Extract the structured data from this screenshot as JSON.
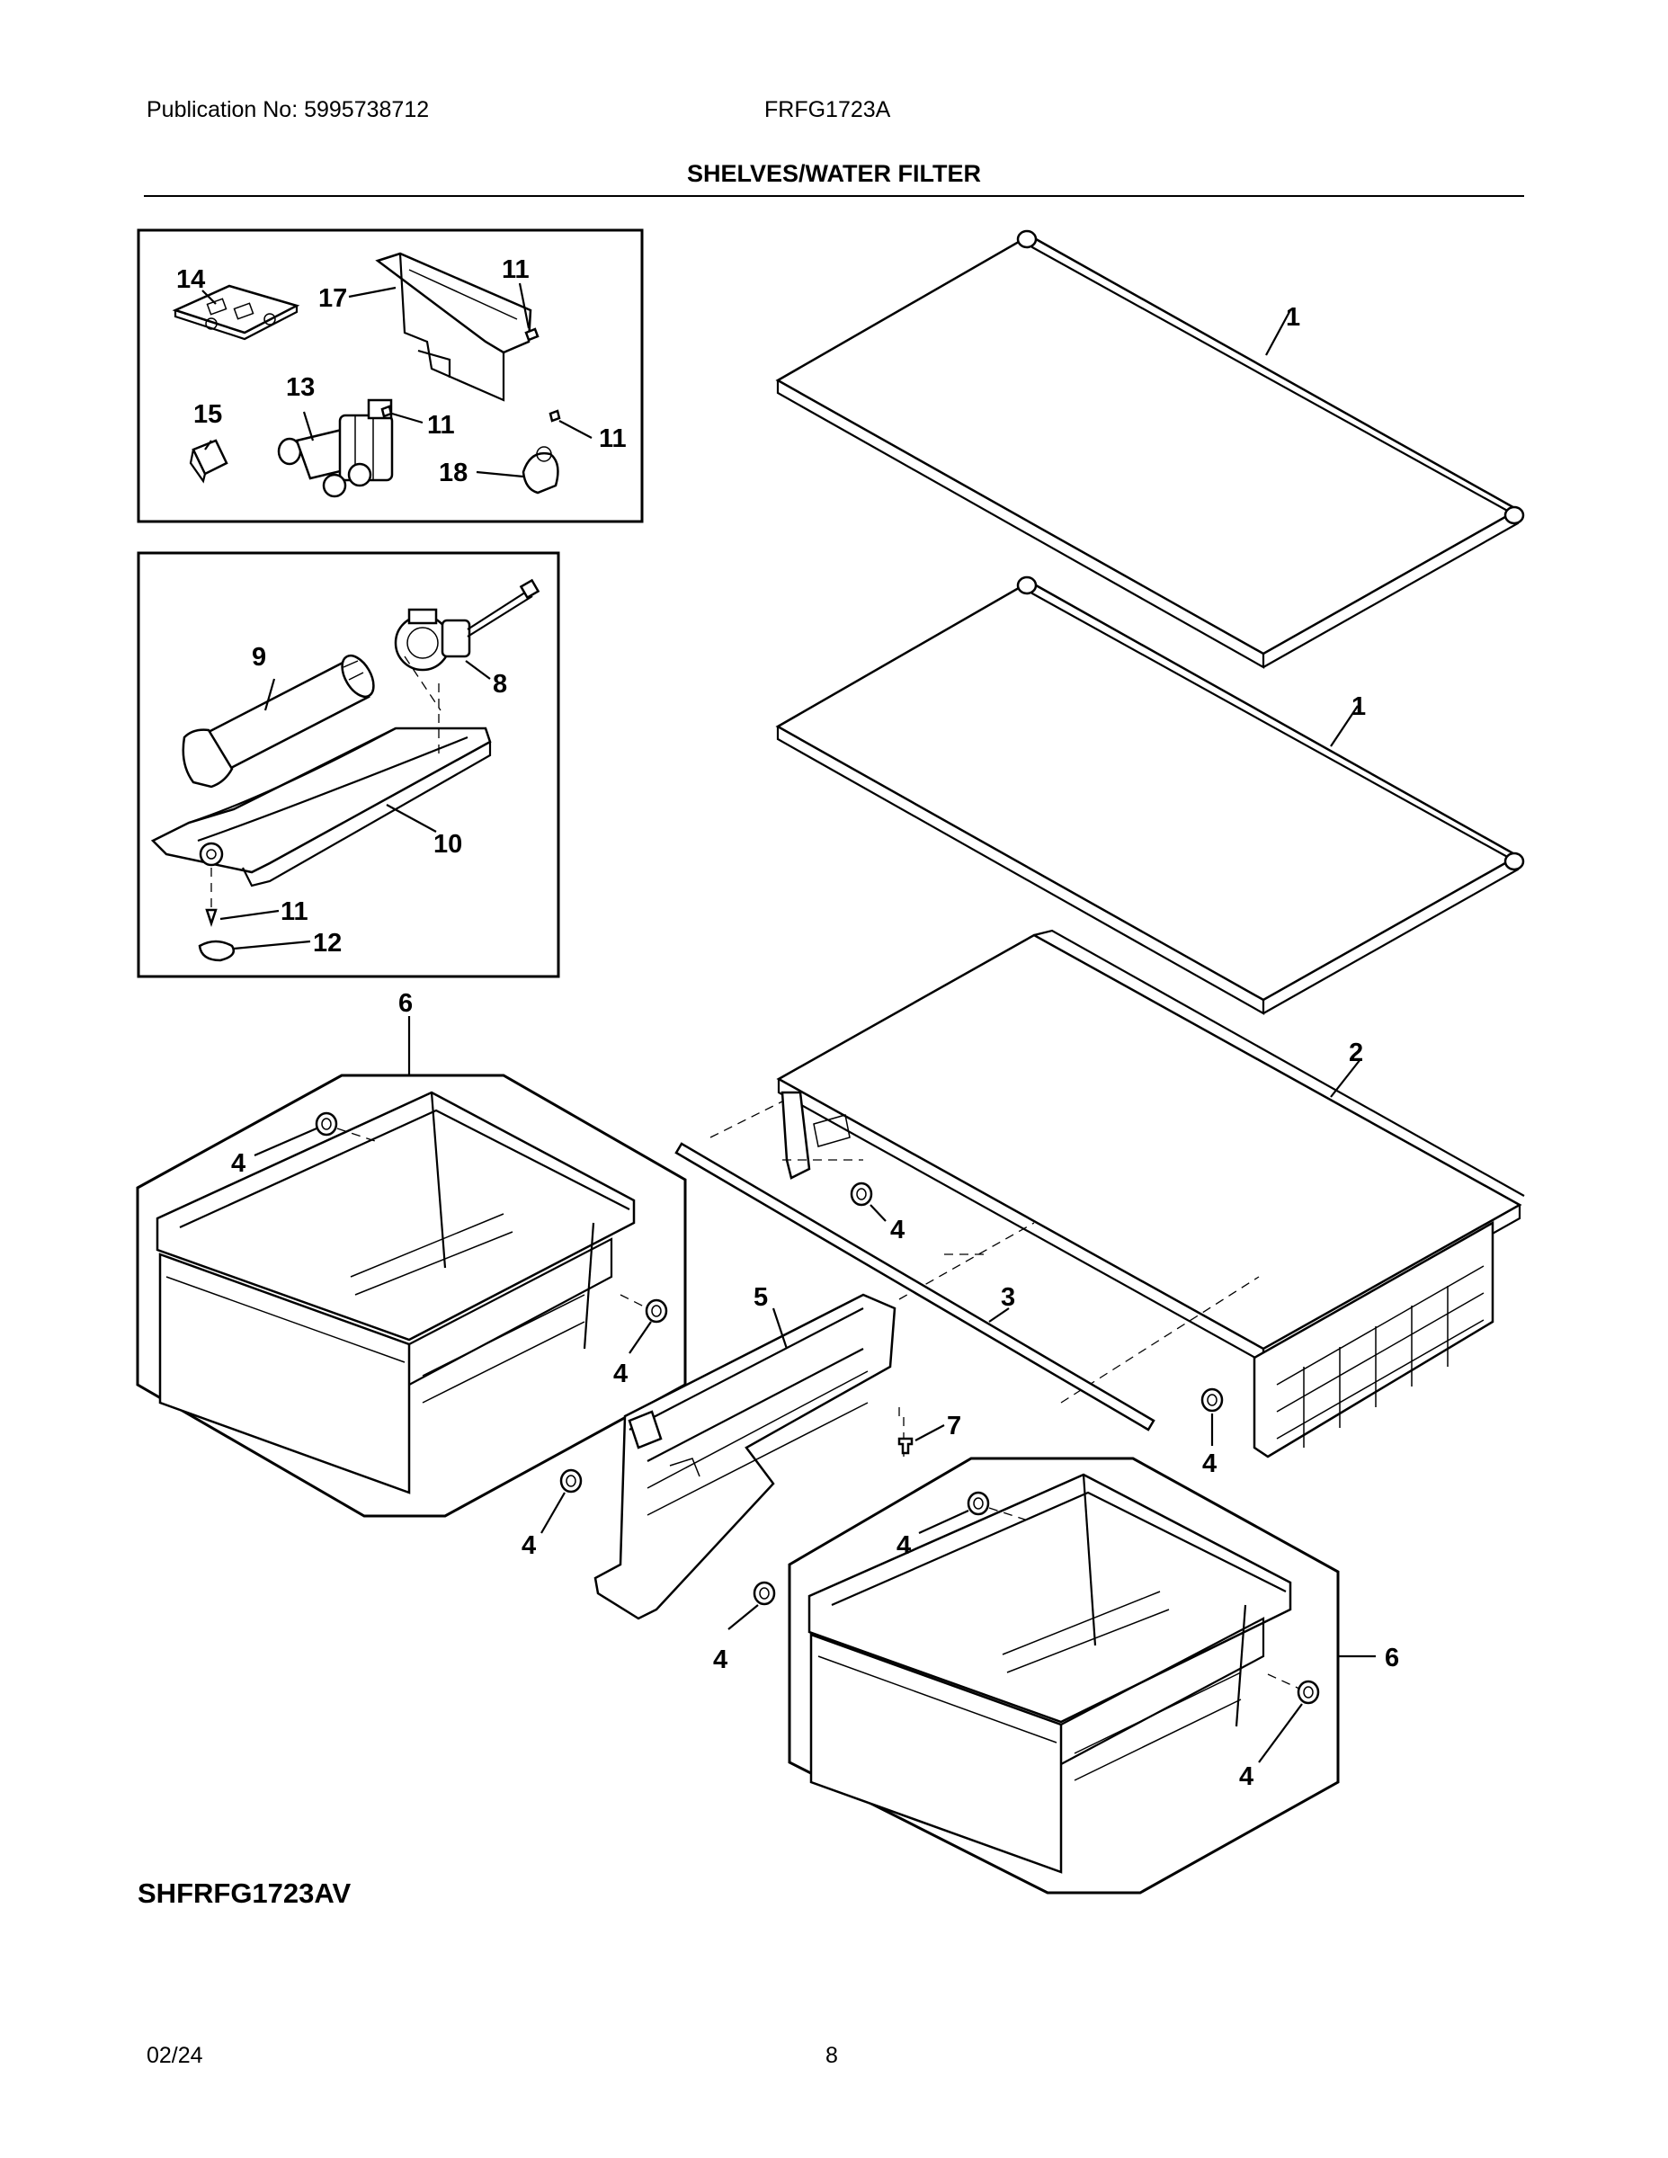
{
  "header": {
    "publication": "Publication No: 5995738712",
    "model": "FRFG1723A",
    "title": "SHELVES/WATER FILTER"
  },
  "footer": {
    "diagram_code": "SHFRFG1723AV",
    "date": "02/24",
    "page": "8"
  },
  "callouts": {
    "c1a": "1",
    "c1b": "1",
    "c2": "2",
    "c3": "3",
    "c4a": "4",
    "c4b": "4",
    "c4c": "4",
    "c4d": "4",
    "c4e": "4",
    "c4f": "4",
    "c4g": "4",
    "c4h": "4",
    "c5": "5",
    "c6a": "6",
    "c6b": "6",
    "c7": "7",
    "c8": "8",
    "c9": "9",
    "c10": "10",
    "c11a": "11",
    "c11b": "11",
    "c11c": "11",
    "c11d": "11",
    "c12": "12",
    "c13": "13",
    "c14": "14",
    "c15": "15",
    "c17": "17",
    "c18": "18"
  }
}
